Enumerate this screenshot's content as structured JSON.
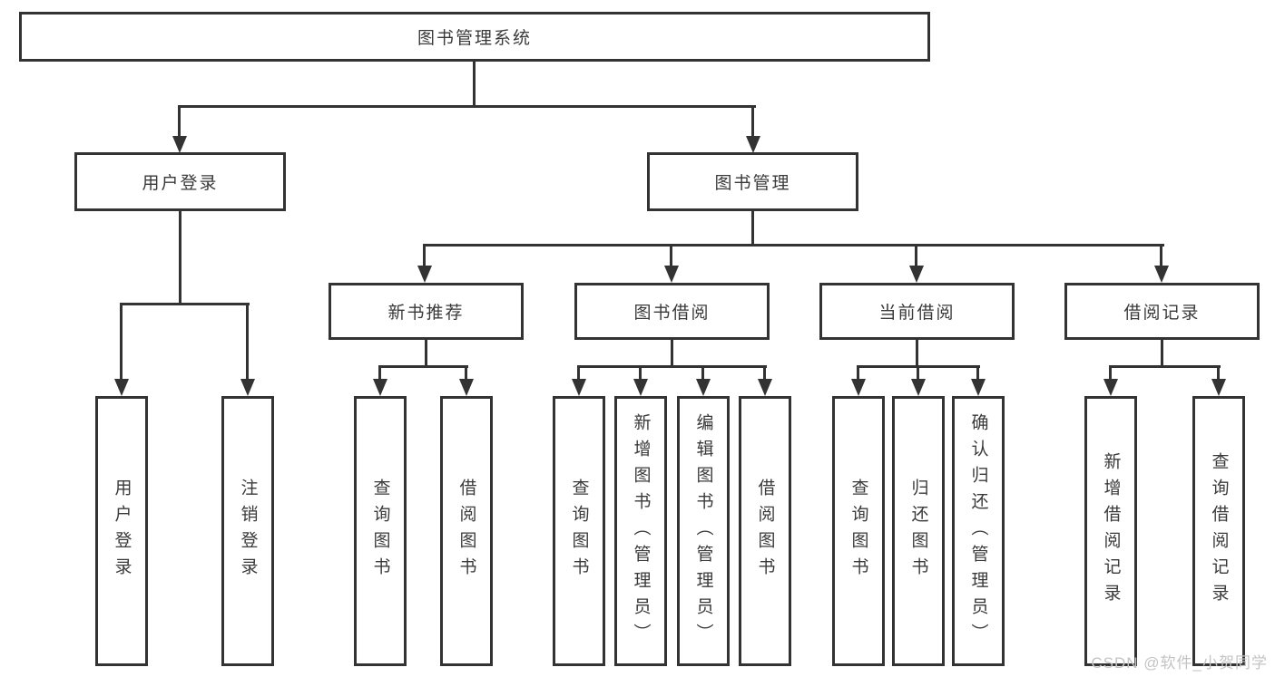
{
  "diagram": {
    "root": {
      "label": "图书管理系统"
    },
    "level2": [
      {
        "label": "用户登录"
      },
      {
        "label": "图书管理"
      }
    ],
    "level3": [
      {
        "label": "新书推荐"
      },
      {
        "label": "图书借阅"
      },
      {
        "label": "当前借阅"
      },
      {
        "label": "借阅记录"
      }
    ],
    "leaves": [
      {
        "label": "用户登录",
        "parent": "用户登录"
      },
      {
        "label": "注销登录",
        "parent": "用户登录"
      },
      {
        "label": "查询图书",
        "parent": "新书推荐"
      },
      {
        "label": "借阅图书",
        "parent": "新书推荐"
      },
      {
        "label": "查询图书",
        "parent": "图书借阅"
      },
      {
        "label": "新增图书（管理员）",
        "parent": "图书借阅"
      },
      {
        "label": "编辑图书（管理员）",
        "parent": "图书借阅"
      },
      {
        "label": "借阅图书",
        "parent": "图书借阅"
      },
      {
        "label": "查询图书",
        "parent": "当前借阅"
      },
      {
        "label": "归还图书",
        "parent": "当前借阅"
      },
      {
        "label": "确认归还（管理员）",
        "parent": "当前借阅"
      },
      {
        "label": "新增借阅记录",
        "parent": "借阅记录"
      },
      {
        "label": "查询借阅记录",
        "parent": "借阅记录"
      }
    ],
    "watermark": "CSDN @软件_小贺同学",
    "colors": {
      "line": "#333333",
      "text": "#3a3a3a",
      "watermark": "#c4c4c4",
      "background": "#ffffff"
    }
  }
}
